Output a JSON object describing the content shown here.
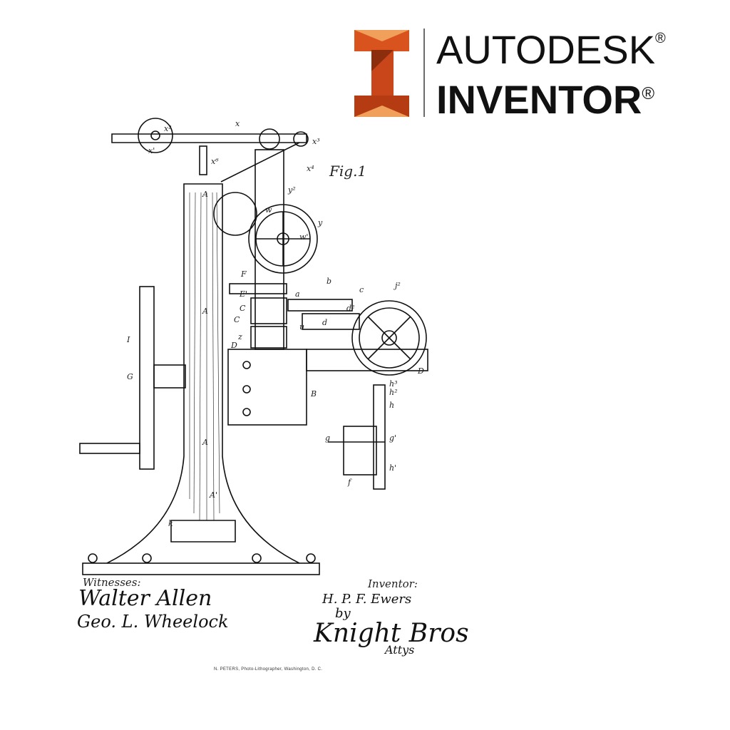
{
  "logo": {
    "line1": "AUTODESK",
    "line2": "INVENTOR",
    "reg_mark": "®",
    "colors": {
      "dark": "#8c2d0d",
      "mid": "#d9531e",
      "light": "#f0a05a",
      "text": "#111111"
    }
  },
  "drawing": {
    "figure_label": "Fig.1",
    "witnesses_title": "Witnesses:",
    "witness_1": "Walter Allen",
    "witness_2": "Geo. L. Wheelock",
    "inventor_title": "Inventor:",
    "inventor_name": "H. P. F. Ewers",
    "by": "by",
    "attorneys": "Knight Bros",
    "attys_abbrev": "Attys",
    "printer_line": "N. PETERS, Photo-Lithographer, Washington, D. C.",
    "part_labels": {
      "A": "A",
      "A1": "A'",
      "A2": "A",
      "B": "B",
      "C": "C",
      "C1": "C",
      "D": "D",
      "D1": "D",
      "E": "E'",
      "F": "F",
      "G": "G",
      "I": "I",
      "d": "d",
      "a": "a",
      "x": "x",
      "x1": "x'",
      "x2": "x²",
      "x3": "x³",
      "x4": "x⁴",
      "x6": "x⁶",
      "y": "y",
      "y2": "y²",
      "w": "w",
      "w1": "w'",
      "u": "u",
      "j2": "j²",
      "h": "h",
      "h1": "h'",
      "h2": "h²",
      "h3": "h³",
      "g": "g",
      "g1": "g'",
      "f": "f",
      "k": "k",
      "b": "b",
      "c": "c",
      "d2": "d²",
      "z": "z",
      "A3": "A"
    }
  }
}
